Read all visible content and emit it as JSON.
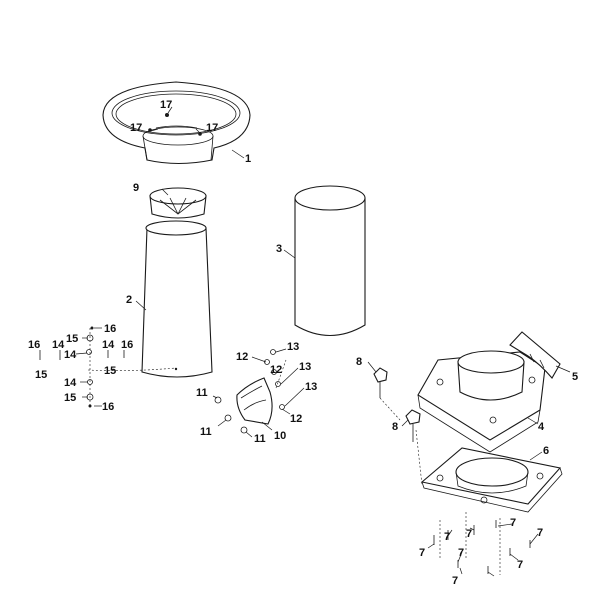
{
  "diagram": {
    "callouts": {
      "c1": "1",
      "c2": "2",
      "c3": "3",
      "c4": "4",
      "c5": "5",
      "c6": "6",
      "c7a": "7",
      "c7b": "7",
      "c7c": "7",
      "c7d": "7",
      "c7e": "7",
      "c7f": "7",
      "c7g": "7",
      "c7h": "7",
      "c8a": "8",
      "c8b": "8",
      "c9": "9",
      "c10": "10",
      "c11a": "11",
      "c11b": "11",
      "c11c": "11",
      "c12a": "12",
      "c12b": "12",
      "c12c": "12",
      "c13a": "13",
      "c13b": "13",
      "c13c": "13",
      "c14a": "14",
      "c14b": "14",
      "c14c": "14",
      "c14d": "14",
      "c15a": "15",
      "c15b": "15",
      "c15c": "15",
      "c15d": "15",
      "c16a": "16",
      "c16b": "16",
      "c16c": "16",
      "c16d": "16",
      "c17a": "17",
      "c17b": "17",
      "c17c": "17"
    }
  }
}
